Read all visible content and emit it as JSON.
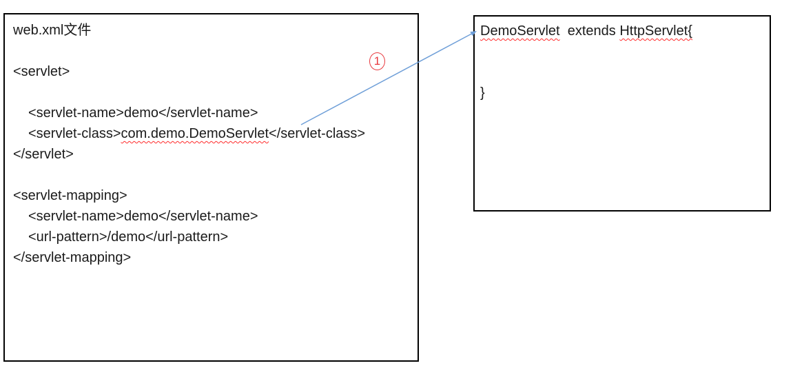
{
  "colors": {
    "arrow_blue": "#6f9fd8",
    "annotation_red": "#e8383d",
    "squiggle_red": "#ff2a2a",
    "box_border": "#000000",
    "text": "#1a1a1a"
  },
  "annotation": {
    "number": "1"
  },
  "webxml_box": {
    "title": "web.xml文件",
    "servlet_open": "<servlet>",
    "servlet_name": "<servlet-name>demo</servlet-name>",
    "servlet_class_open": "<servlet-class>",
    "servlet_class_value": "com.demo.DemoServlet",
    "servlet_class_close": "</servlet-class>",
    "servlet_close": "</servlet>",
    "mapping_open": "<servlet-mapping>",
    "mapping_servlet_name": "<servlet-name>demo</servlet-name>",
    "url_pattern": "<url-pattern>/demo</url-pattern>",
    "mapping_close": "</servlet-mapping>"
  },
  "java_box": {
    "class_name": "DemoServlet",
    "extends_text": "  extends ",
    "superclass": "HttpServlet{",
    "closing_brace": "}"
  }
}
